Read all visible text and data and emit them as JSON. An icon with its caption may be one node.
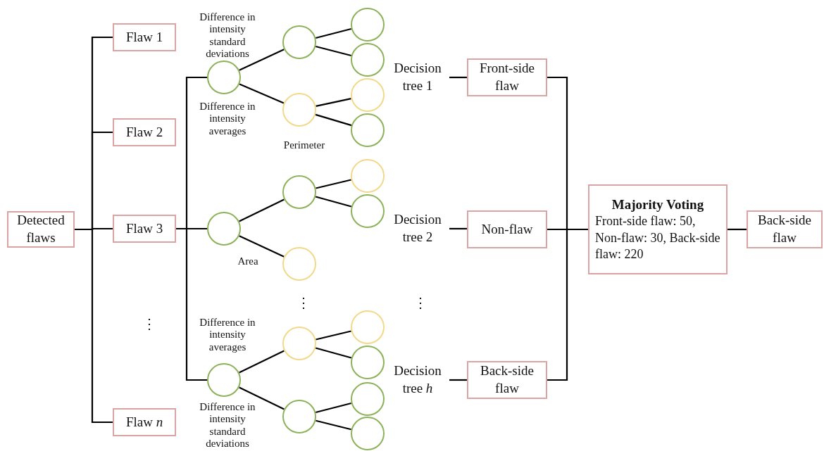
{
  "diagram": {
    "nodes": [
      {
        "text": [
          "Detected flaws"
        ]
      },
      {
        "text": [
          "Flaw 1"
        ]
      },
      {
        "text": [
          "Flaw 2"
        ]
      },
      {
        "text": [
          "Flaw 3"
        ]
      },
      {
        "text": [
          "Flaw *n*"
        ]
      },
      {
        "text": [],
        "shape": "circle",
        "beside": [
          "Difference in intensity standard deviations",
          "Difference in intensity averages"
        ]
      },
      {
        "text": [],
        "shape": "circle"
      },
      {
        "text": [],
        "shape": "circle",
        "beside": [
          "Perimeter"
        ]
      },
      {
        "text": [],
        "shape": "circle"
      },
      {
        "text": [],
        "shape": "circle"
      },
      {
        "text": [],
        "shape": "circle"
      },
      {
        "text": [],
        "shape": "circle"
      },
      {
        "text": [],
        "shape": "circle",
        "beside": [
          "Area"
        ]
      },
      {
        "text": [],
        "shape": "circle"
      },
      {
        "text": [],
        "shape": "circle"
      },
      {
        "text": [],
        "shape": "circle"
      },
      {
        "text": [],
        "shape": "circle"
      },
      {
        "text": [],
        "shape": "circle",
        "beside": [
          "Difference in intensity averages",
          "Difference in intensity standard deviations"
        ]
      },
      {
        "text": [],
        "shape": "circle"
      },
      {
        "text": [],
        "shape": "circle"
      },
      {
        "text": [],
        "shape": "circle"
      },
      {
        "text": [],
        "shape": "circle"
      },
      {
        "text": [],
        "shape": "circle"
      },
      {
        "text": [],
        "shape": "circle"
      },
      {
        "text": [
          "Decision tree 1"
        ]
      },
      {
        "text": [
          "Decision tree 2"
        ]
      },
      {
        "text": [
          "Decision tree *h*"
        ]
      },
      {
        "text": [
          "Front-side flaw"
        ]
      },
      {
        "text": [
          "Non-flaw"
        ]
      },
      {
        "text": [
          "Back-side flaw"
        ]
      },
      {
        "text": [
          "Majority Voting",
          "Front-side flaw: 50, Non-flaw: 30, Back-side flaw: 220"
        ]
      },
      {
        "text": [
          "Back-side flaw"
        ]
      }
    ],
    "edges": [
      {
        "from": 0,
        "to": 1,
        "arrow": "none"
      },
      {
        "from": 0,
        "to": 2,
        "arrow": "none"
      },
      {
        "from": 0,
        "to": 3,
        "arrow": "none"
      },
      {
        "from": 0,
        "to": 4,
        "arrow": "none"
      },
      {
        "from": 3,
        "to": 5,
        "arrow": "none"
      },
      {
        "from": 3,
        "to": 12,
        "arrow": "none"
      },
      {
        "from": 3,
        "to": 17,
        "arrow": "none"
      },
      {
        "from": 5,
        "to": 6,
        "arrow": "none"
      },
      {
        "from": 5,
        "to": 7,
        "arrow": "none"
      },
      {
        "from": 6,
        "to": 8,
        "arrow": "none"
      },
      {
        "from": 6,
        "to": 9,
        "arrow": "none"
      },
      {
        "from": 7,
        "to": 10,
        "arrow": "none"
      },
      {
        "from": 7,
        "to": 11,
        "arrow": "none"
      },
      {
        "from": 12,
        "to": 13,
        "arrow": "none"
      },
      {
        "from": 12,
        "to": 14,
        "arrow": "none"
      },
      {
        "from": 13,
        "to": 15,
        "arrow": "none"
      },
      {
        "from": 13,
        "to": 16,
        "arrow": "none"
      },
      {
        "from": 17,
        "to": 18,
        "arrow": "none"
      },
      {
        "from": 17,
        "to": 19,
        "arrow": "none"
      },
      {
        "from": 18,
        "to": 20,
        "arrow": "none"
      },
      {
        "from": 18,
        "to": 21,
        "arrow": "none"
      },
      {
        "from": 19,
        "to": 22,
        "arrow": "none"
      },
      {
        "from": 19,
        "to": 23,
        "arrow": "none"
      },
      {
        "from": 24,
        "to": 27,
        "arrow": "none"
      },
      {
        "from": 25,
        "to": 28,
        "arrow": "none"
      },
      {
        "from": 26,
        "to": 29,
        "arrow": "none"
      },
      {
        "from": 27,
        "to": 30,
        "arrow": "none"
      },
      {
        "from": 28,
        "to": 30,
        "arrow": "none"
      },
      {
        "from": 29,
        "to": 30,
        "arrow": "none"
      },
      {
        "from": 30,
        "to": 31,
        "arrow": "none"
      }
    ],
    "labels": [
      "⋮",
      "⋮",
      "⋮"
    ]
  }
}
